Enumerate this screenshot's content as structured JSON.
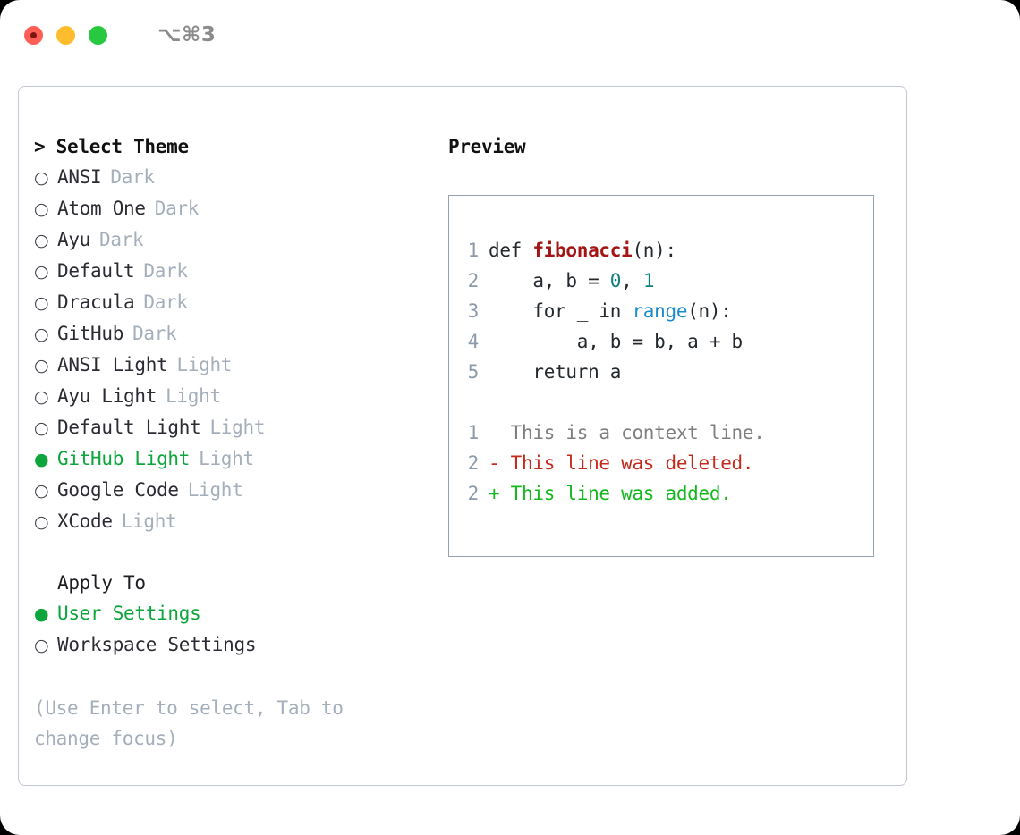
{
  "titlebar": {
    "shortcut": "⌥⌘3",
    "lights": [
      "close",
      "minimize",
      "zoom"
    ]
  },
  "theme_panel": {
    "header": "> Select Theme",
    "focus_marker": ">",
    "selected_bullet": "●",
    "unselected_bullet": "○",
    "items": [
      {
        "bullet": "○",
        "label": "ANSI",
        "tag": "Dark",
        "selected": false
      },
      {
        "bullet": "○",
        "label": "Atom One",
        "tag": "Dark",
        "selected": false
      },
      {
        "bullet": "○",
        "label": "Ayu",
        "tag": "Dark",
        "selected": false
      },
      {
        "bullet": "○",
        "label": "Default",
        "tag": "Dark",
        "selected": false
      },
      {
        "bullet": "○",
        "label": "Dracula",
        "tag": "Dark",
        "selected": false
      },
      {
        "bullet": "○",
        "label": "GitHub",
        "tag": "Dark",
        "selected": false
      },
      {
        "bullet": "○",
        "label": "ANSI Light",
        "tag": "Light",
        "selected": false
      },
      {
        "bullet": "○",
        "label": "Ayu Light",
        "tag": "Light",
        "selected": false
      },
      {
        "bullet": "○",
        "label": "Default Light",
        "tag": "Light",
        "selected": false
      },
      {
        "bullet": "●",
        "label": "GitHub Light",
        "tag": "Light",
        "selected": true
      },
      {
        "bullet": "○",
        "label": "Google Code",
        "tag": "Light",
        "selected": false
      },
      {
        "bullet": "○",
        "label": "XCode",
        "tag": "Light",
        "selected": false
      }
    ]
  },
  "apply_to": {
    "header": "Apply To",
    "items": [
      {
        "bullet": "●",
        "label": "User Settings",
        "selected": true
      },
      {
        "bullet": "○",
        "label": "Workspace Settings",
        "selected": false
      }
    ]
  },
  "hint": "(Use Enter to select, Tab to change focus)",
  "preview": {
    "header": "Preview",
    "code_lines": [
      {
        "num": "1",
        "segments": [
          {
            "text": "def ",
            "style": "plain"
          },
          {
            "text": "fibonacci",
            "style": "fn"
          },
          {
            "text": "(n):",
            "style": "plain"
          }
        ]
      },
      {
        "num": "2",
        "segments": [
          {
            "text": "    a, b = ",
            "style": "plain"
          },
          {
            "text": "0",
            "style": "num"
          },
          {
            "text": ", ",
            "style": "plain"
          },
          {
            "text": "1",
            "style": "num"
          }
        ]
      },
      {
        "num": "3",
        "segments": [
          {
            "text": "    for _ in ",
            "style": "plain"
          },
          {
            "text": "range",
            "style": "call"
          },
          {
            "text": "(n):",
            "style": "plain"
          }
        ]
      },
      {
        "num": "4",
        "segments": [
          {
            "text": "        a, b = b, a + b",
            "style": "plain"
          }
        ]
      },
      {
        "num": "5",
        "segments": [
          {
            "text": "    return a",
            "style": "plain"
          }
        ]
      }
    ],
    "diff_lines": [
      {
        "num": "1",
        "marker": "  ",
        "text": "  This is a context line.",
        "style": "ctx"
      },
      {
        "num": "2",
        "marker": "- ",
        "text": "- This line was deleted.",
        "style": "del"
      },
      {
        "num": "2",
        "marker": "+ ",
        "text": "+ This line was added.",
        "style": "add"
      }
    ]
  },
  "colors": {
    "accent_green": "#0da53c",
    "tag_grey": "#a5afbc",
    "diff_add": "#15b81e",
    "diff_del": "#c42b1c",
    "diff_ctx": "#7f7f7f",
    "fn_red": "#a31515",
    "call_blue": "#1a8cc8",
    "num_teal": "#0d8080",
    "border": "#93a1b0"
  }
}
